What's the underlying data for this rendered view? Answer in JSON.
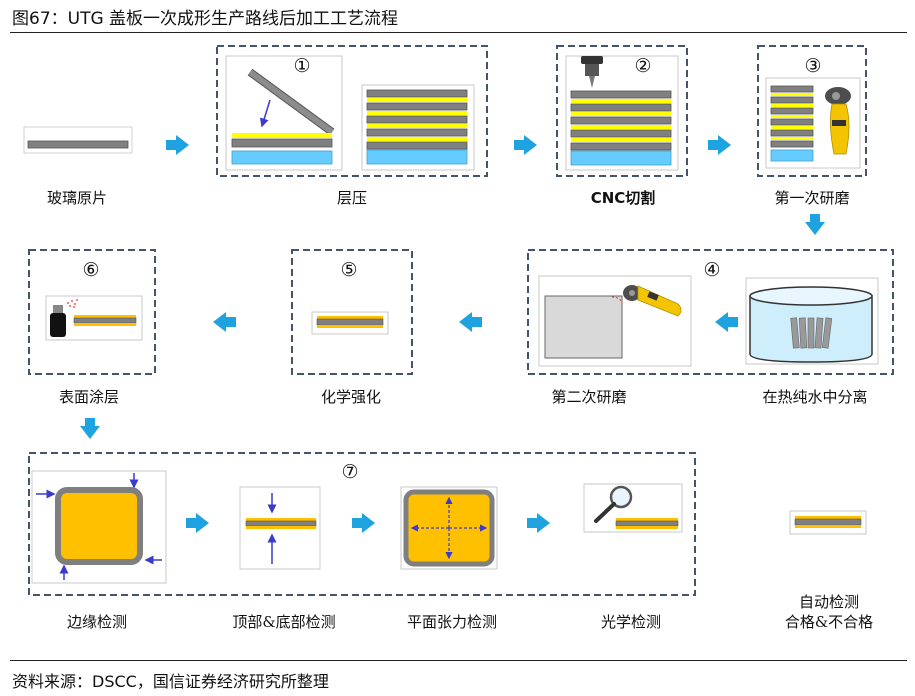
{
  "title": "图67：UTG 盖板一次成形生产路线后加工工艺流程",
  "source": "资料来源：DSCC，国信证券经济研究所整理",
  "steps": {
    "glass": "玻璃原片",
    "laminate": "层压",
    "cnc": "CNC切割",
    "grind1": "第一次研磨",
    "separate": "在热纯水中分离",
    "grind2": "第二次研磨",
    "strengthen": "化学强化",
    "coating": "表面涂层",
    "edge": "边缘检测",
    "topbottom": "顶部&底部检测",
    "flat": "平面张力检测",
    "optical": "光学检测",
    "auto_line1": "自动检测",
    "auto_line2": "合格&不合格"
  },
  "markers": {
    "m1": "①",
    "m2": "②",
    "m3": "③",
    "m4": "④",
    "m5": "⑤",
    "m6": "⑥",
    "m7": "⑦"
  },
  "colors": {
    "glass_gray": "#7f7f7f",
    "adhesive_yellow": "#ffff00",
    "base_blue": "#66ccff",
    "arrow_blue": "#1fa3e0",
    "frame_dash": "#44546a",
    "panel_orange": "#ffc000",
    "grinder_yellow": "#f5c400",
    "probe_arrow": "#3a3acc"
  }
}
